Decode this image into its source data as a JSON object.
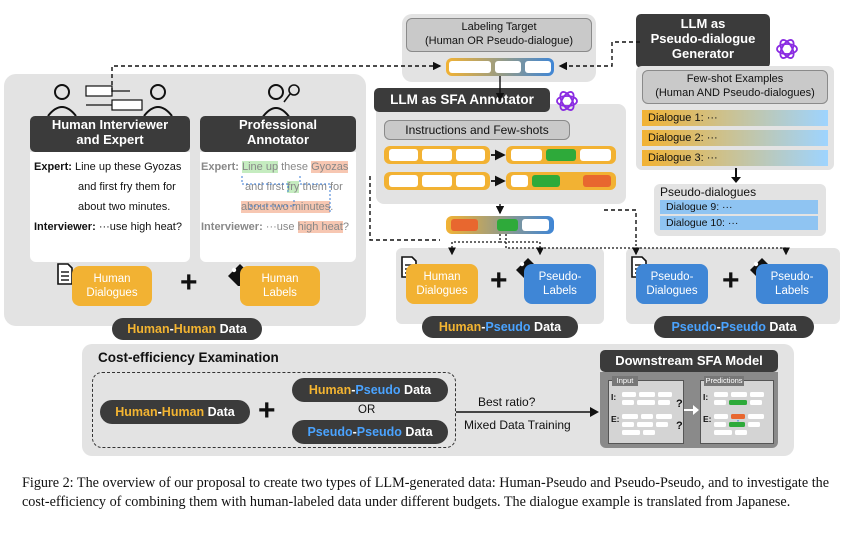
{
  "left_panel": {
    "hdr_human_interviewer": "Human Interviewer\nand Expert",
    "hdr_professional_annotator": "Professional\nAnnotator",
    "dialogue_left": {
      "expert_speaker": "Expert:",
      "expert_line1": "Line up these Gyozas",
      "expert_line2": "and first fry them for",
      "expert_line3": "about two minutes.",
      "interviewer_speaker": "Interviewer:",
      "interviewer_line": "···use high heat?"
    },
    "dialogue_right": {
      "expert_speaker": "Expert:",
      "tok_line_up": "Line up",
      "tok_these": " these ",
      "tok_gyozas": "Gyozas",
      "tok_and_first": "and first ",
      "tok_fry": "fry",
      "tok_them_for": " them for",
      "tok_about": "about two minutes",
      "tok_period": ".",
      "interviewer_speaker": "Interviewer:",
      "tok_use": " ···use ",
      "tok_high_heat": "high heat",
      "tok_q": "?"
    },
    "pill_human_dialogues": "Human\nDialogues",
    "pill_human_labels": "Human\nLabels",
    "plus": "+",
    "data_label": {
      "a": "Human",
      "dash": "-",
      "b": "Human",
      "c": " Data"
    }
  },
  "middle": {
    "labeling_target": "Labeling Target\n(Human OR Pseudo-dialogue)",
    "llm_sfa_annotator": "LLM as SFA Annotator",
    "instructions": "Instructions and Few-shots",
    "pill_human_dialogues": "Human\nDialogues",
    "pill_pseudo_labels": "Pseudo-\nLabels",
    "plus": "+",
    "data_label": {
      "a": "Human",
      "dash": "-",
      "b": "Pseudo",
      "c": " Data"
    }
  },
  "right": {
    "generator_title": "LLM as\nPseudo-dialogue\nGenerator",
    "fewshot_title": "Few-shot Examples\n(Human AND Pseudo-dialogues)",
    "fewshot_items": [
      "Dialogue 1: ···",
      "Dialogue 2: ···",
      "Dialogue 3: ···"
    ],
    "pseudo_dialogues_title": "Pseudo-dialogues",
    "pseudo_items": [
      "Dialogue 9: ···",
      "Dialogue 10: ···"
    ],
    "pill_pseudo_dialogues": "Pseudo-\nDialogues",
    "pill_pseudo_labels": "Pseudo-\nLabels",
    "plus": "+",
    "data_label": {
      "a": "Pseudo",
      "dash": "-",
      "b": "Pseudo",
      "c": " Data"
    }
  },
  "bottom": {
    "title": "Cost-efficiency Examination",
    "hh": {
      "a": "Human",
      "dash": "-",
      "b": "Human",
      "c": " Data"
    },
    "plus": "+",
    "hp": {
      "a": "Human",
      "dash": "-",
      "b": "Pseudo",
      "c": " Data"
    },
    "or": "OR",
    "pp": {
      "a": "Pseudo",
      "dash": "-",
      "b": "Pseudo",
      "c": " Data"
    },
    "best_ratio": "Best ratio?",
    "mixed": "Mixed Data Training",
    "downstream_title": "Downstream SFA Model",
    "input_tab": "Input",
    "predictions_tab": "Predictions",
    "row_i": "I:",
    "row_e": "E:",
    "q1": "?",
    "q2": "?"
  },
  "caption": "Figure 2: The overview of our proposal to create two types of LLM-generated data: Human-Pseudo and Pseudo-Pseudo, and to investigate the cost-efficiency of combining them with human-labeled data under different budgets. The dialogue example is translated from Japanese.",
  "colors": {
    "orange": "#f2b233",
    "blue": "#3f86d6",
    "green": "#2eaa3a",
    "red_orange": "#e8672f",
    "dark": "#3b3b3b"
  }
}
